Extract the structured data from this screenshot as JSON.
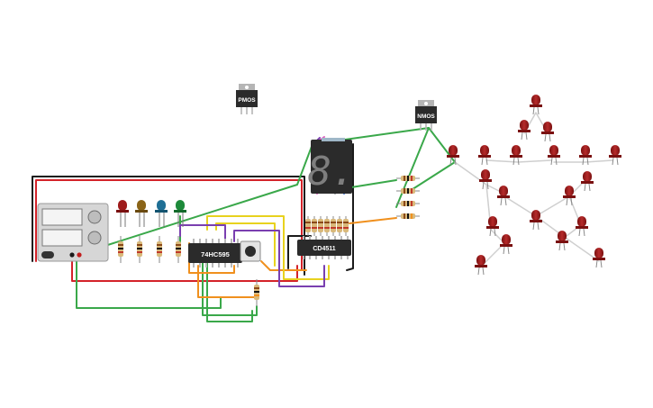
{
  "components": {
    "pmos_label": "PMOS",
    "nmos_label": "NMOS",
    "shift_register_label": "74HC595",
    "decoder_label": "CD4511",
    "seven_segment_digit": "8."
  },
  "colors": {
    "wire_green": "#3aa84a",
    "wire_red": "#d4232a",
    "wire_black": "#1a1a1a",
    "wire_orange": "#f0901e",
    "wire_yellow": "#e8d21e",
    "wire_purple": "#7a3fb0",
    "wire_blue": "#3a6fd8",
    "wire_pink": "#e060c0",
    "led_red": "#9e1b1b",
    "led_brown": "#8a6418",
    "led_blue": "#1f6f95",
    "led_green": "#1d8a3a",
    "chip_body": "#2b2b2b",
    "supply_body": "#d6d6d6"
  },
  "icons": [
    "power-supply-icon",
    "led-icon",
    "resistor-icon",
    "pushbutton-icon",
    "transistor-icon",
    "seven-segment-icon",
    "ic-chip-icon"
  ]
}
